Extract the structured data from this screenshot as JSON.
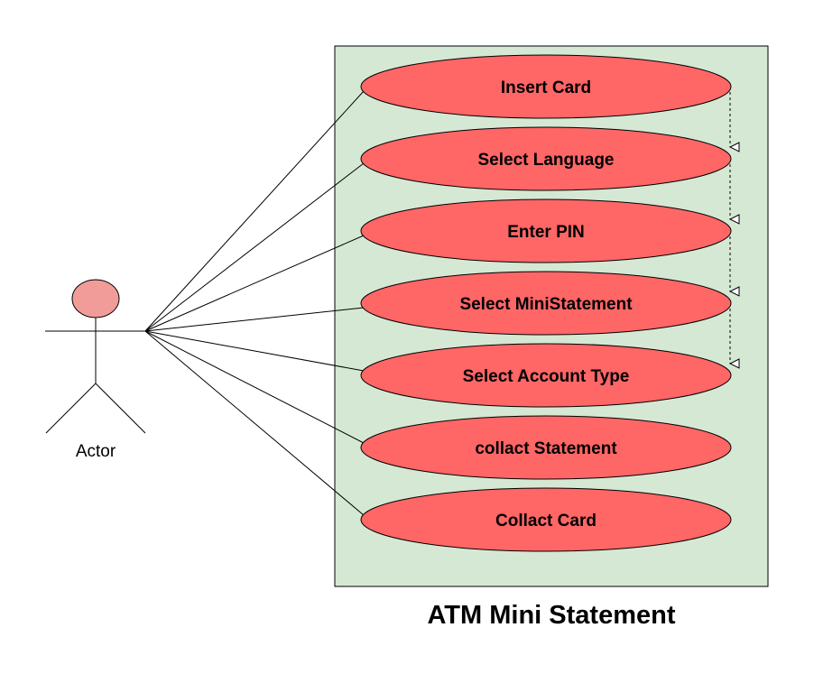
{
  "diagram": {
    "caption": "ATM Mini Statement",
    "actor": {
      "label": "Actor"
    },
    "use_cases": [
      {
        "label": "Insert Card"
      },
      {
        "label": "Select Language"
      },
      {
        "label": "Enter PIN"
      },
      {
        "label": "Select MiniStatement"
      },
      {
        "label": "Select Account Type"
      },
      {
        "label": "collact Statement"
      },
      {
        "label": "Collact Card"
      }
    ],
    "colors": {
      "boundary_fill": "#d5e8d4",
      "use_case_fill": "#ff6666",
      "actor_head_fill": "#f19c99",
      "line": "#000000"
    }
  }
}
